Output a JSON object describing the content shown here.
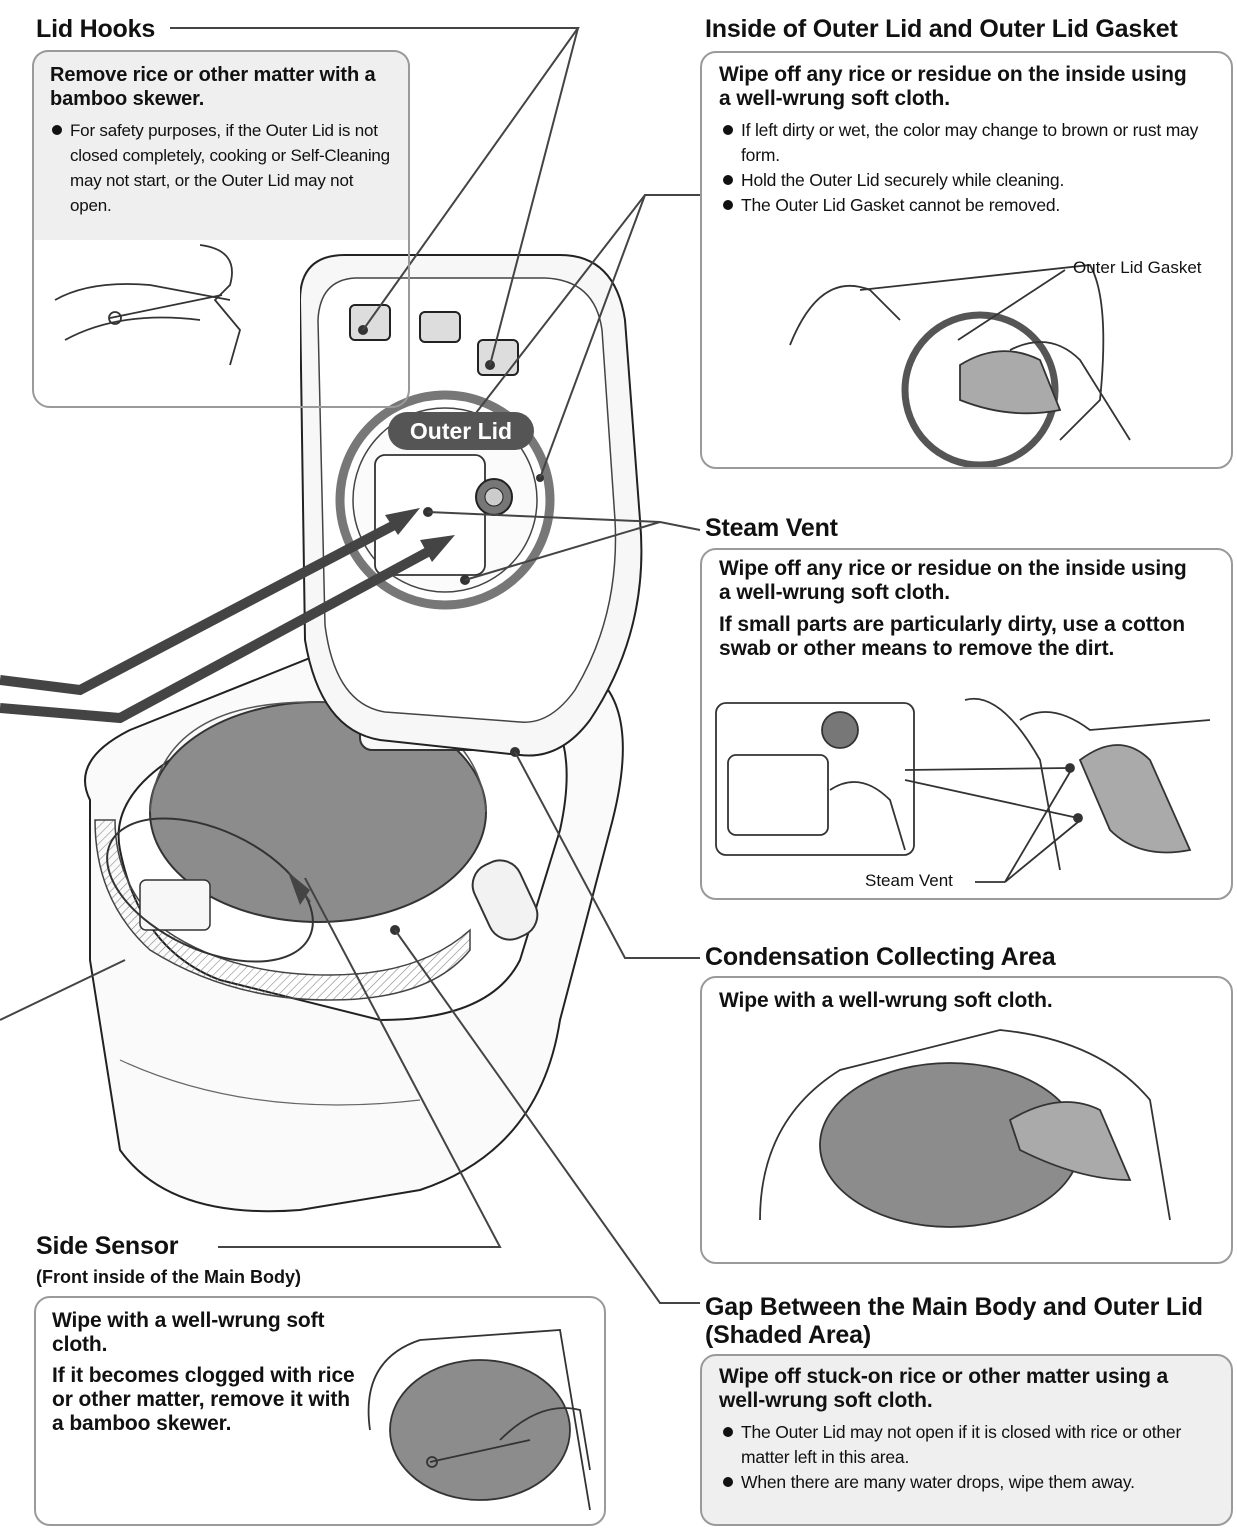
{
  "lid_hooks": {
    "heading": "Lid Hooks",
    "lead": "Remove rice or other matter with a bamboo skewer.",
    "bullets": [
      "For safety purposes, if the Outer Lid is not closed completely, cooking or Self-Cleaning may not start, or the Outer Lid may not open."
    ]
  },
  "inside_outer_lid": {
    "heading": "Inside of Outer Lid and Outer Lid Gasket",
    "lead": "Wipe off any rice or residue on the inside using a well-wrung soft cloth.",
    "bullets": [
      "If left dirty or wet, the color may change to brown or rust may form.",
      "Hold the Outer Lid securely while cleaning.",
      "The Outer Lid Gasket cannot be removed."
    ],
    "image_label": "Outer Lid Gasket"
  },
  "outer_lid_label": "Outer Lid",
  "steam_vent": {
    "heading": "Steam Vent",
    "lead_1": "Wipe off any rice or residue on the inside using a well-wrung soft cloth.",
    "lead_2": "If small parts are particularly dirty, use a cotton swab or other means to remove the dirt.",
    "image_label": "Steam Vent"
  },
  "condensation": {
    "heading": "Condensation Collecting Area",
    "lead": "Wipe with a well-wrung soft cloth."
  },
  "side_sensor": {
    "heading": "Side Sensor",
    "subheading": "(Front inside of the Main Body)",
    "lead_1": "Wipe with a well-wrung soft cloth.",
    "lead_2": "If it becomes clogged with rice or other matter, remove it with a bamboo skewer."
  },
  "gap": {
    "heading_1": "Gap Between the Main Body and Outer Lid",
    "heading_2": "(Shaded Area)",
    "lead": "Wipe off stuck-on rice or other matter using a well-wrung soft cloth.",
    "bullets": [
      "The Outer Lid may not open if it is closed with rice or other matter left in this area.",
      "When there are many water drops, wipe them away."
    ]
  }
}
